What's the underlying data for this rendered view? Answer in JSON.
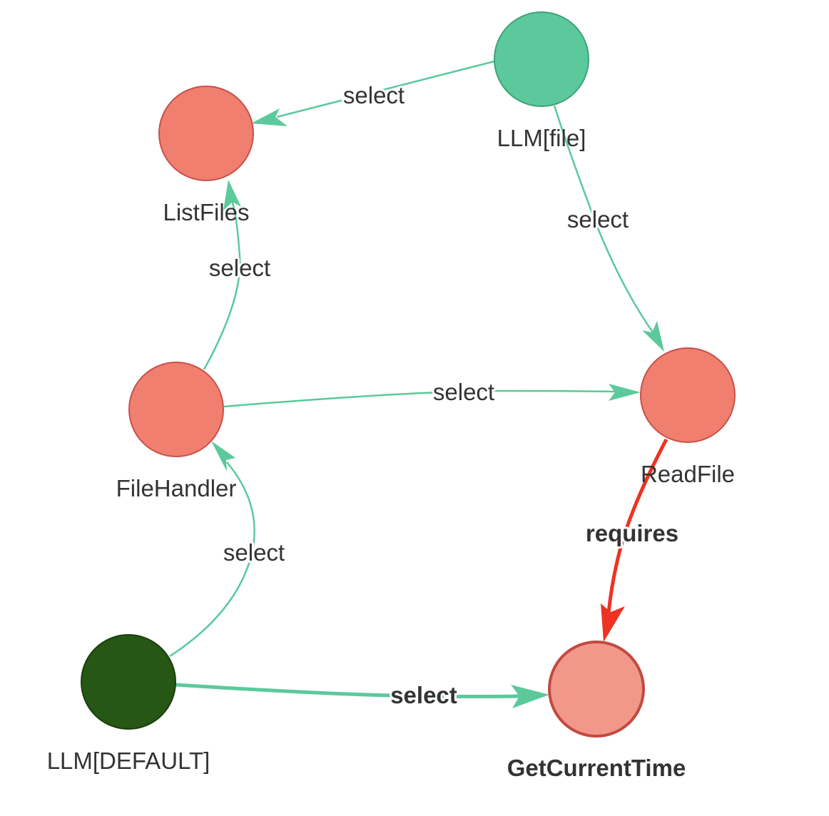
{
  "colors": {
    "node_default": "#f07f70",
    "node_default_stroke": "#c9504a",
    "node_selected": "#f1988b",
    "node_selected_stroke": "#c24a40",
    "llm_file": "#5bc99b",
    "llm_file_stroke": "#3fa27a",
    "llm_default": "#265714",
    "llm_default_stroke": "#1a3f0d",
    "edge_select": "#5bc99b",
    "edge_requires": "#ee3322",
    "text": "#333333"
  },
  "nodes": {
    "llm_file": {
      "label": "LLM[file]"
    },
    "list_files": {
      "label": "ListFiles"
    },
    "file_handler": {
      "label": "FileHandler"
    },
    "read_file": {
      "label": "ReadFile"
    },
    "llm_default": {
      "label": "LLM[DEFAULT]"
    },
    "get_current_time": {
      "label": "GetCurrentTime"
    }
  },
  "edges": {
    "llm_file_to_list_files": {
      "label": "select"
    },
    "llm_file_to_read_file": {
      "label": "select"
    },
    "file_handler_to_list_files": {
      "label": "select"
    },
    "file_handler_to_read_file": {
      "label": "select"
    },
    "llm_default_to_file_handler": {
      "label": "select"
    },
    "llm_default_to_get_current_time": {
      "label": "select"
    },
    "read_file_to_get_current_time": {
      "label": "requires"
    }
  }
}
